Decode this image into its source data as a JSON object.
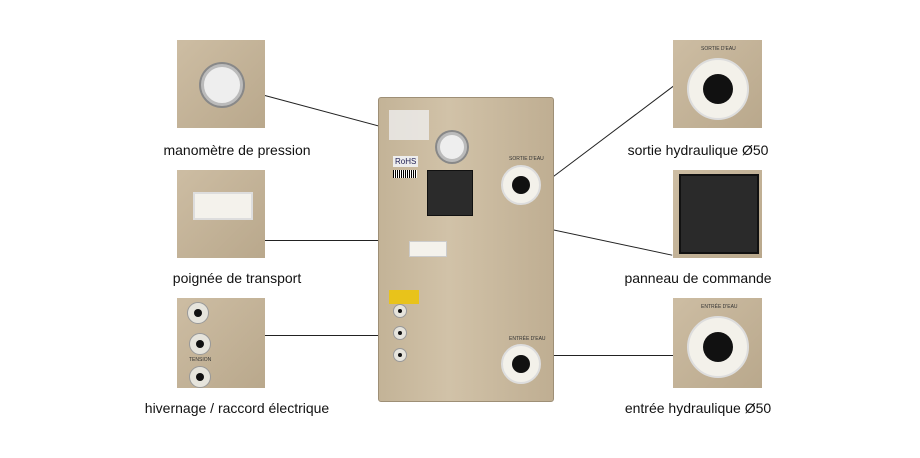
{
  "callouts": {
    "pressure_gauge": "manomètre de pression",
    "carry_handle": "poignée de transport",
    "wintering": "hivernage / raccord électrique",
    "water_outlet": "sortie hydraulique Ø50",
    "control_panel": "panneau de commande",
    "water_inlet": "entrée hydraulique Ø50"
  },
  "unit_markings": {
    "rohs": "RoHS",
    "outlet": "SORTIE D'EAU",
    "inlet": "ENTRÉE D'EAU",
    "tension": "TENSION"
  }
}
